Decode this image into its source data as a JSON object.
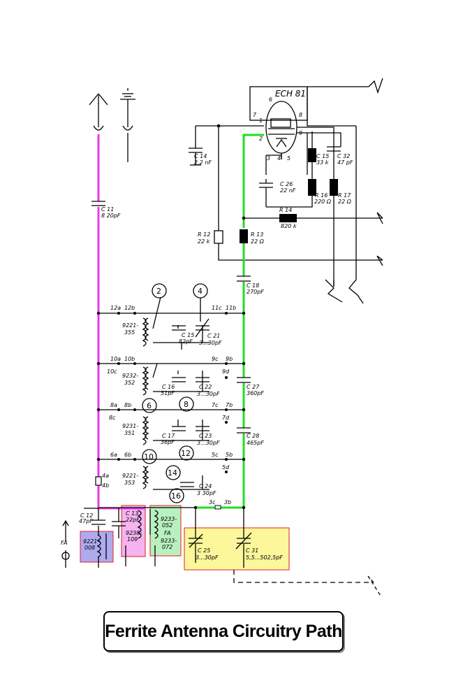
{
  "title": "Ferrite Antenna Circuitry Path",
  "tube": {
    "name": "ECH 81",
    "pins": [
      "6",
      "7",
      "1",
      "2",
      "8",
      "9",
      "3",
      "4",
      "5"
    ]
  },
  "components": {
    "c11": [
      "C 11",
      "8 20pF"
    ],
    "c14": [
      "C 14",
      "2,2 nF"
    ],
    "r12": [
      "R 12",
      "22 k"
    ],
    "r13": [
      "R 13",
      "22 Ω"
    ],
    "c18": [
      "C 18",
      "270pF"
    ],
    "c15a": [
      "C 15",
      "33 k"
    ],
    "c32": [
      "C 32",
      "47 pF"
    ],
    "c26": [
      "C 26",
      "22 nF"
    ],
    "r16": [
      "R 16",
      "220 Ω"
    ],
    "r17": [
      "R 17",
      "22 Ω"
    ],
    "r14": [
      "R 14",
      "820 k"
    ],
    "c15b": [
      "C 15",
      "82pF"
    ],
    "c21": [
      "C 21",
      "3...30pF"
    ],
    "c16": [
      "C 16",
      "51pF"
    ],
    "c22": [
      "C 22",
      "3...30pF"
    ],
    "c27": [
      "C 27",
      "360pF"
    ],
    "c17": [
      "C 17",
      "36pF"
    ],
    "c23": [
      "C 23",
      "3...30pF"
    ],
    "c28": [
      "C 28",
      "465pF"
    ],
    "c24": [
      "C 24",
      "3    30pF"
    ],
    "c12": [
      "C 12",
      "47pF"
    ],
    "c13": [
      "C 13",
      "22pF"
    ],
    "c25": [
      "C 25",
      "3...30pF"
    ],
    "c31": [
      "C 31",
      "5,5...502,5pF"
    ]
  },
  "coils": {
    "l1": [
      "9221-",
      "355"
    ],
    "l2": [
      "9232-",
      "352"
    ],
    "l3": [
      "9231-",
      "351"
    ],
    "l4": [
      "9221-",
      "353"
    ],
    "ant": [
      "9221-",
      "008"
    ],
    "pink": [
      "9238-",
      "109"
    ],
    "green_a": [
      "9233-",
      "052"
    ],
    "green_fa": "FA",
    "green_b": [
      "9233-",
      "072"
    ]
  },
  "switch_contacts": {
    "row1": [
      "12a",
      "12b",
      "11c",
      "11b"
    ],
    "row2": [
      "10a",
      "10b",
      "10c",
      "9c",
      "9b",
      "9d"
    ],
    "row3": [
      "8a",
      "8b",
      "8c",
      "7c",
      "7b",
      "7d"
    ],
    "row4": [
      "6a",
      "6b",
      "5c",
      "5b",
      "5d",
      "4a",
      "4b"
    ],
    "row5": [
      "3c",
      "3b"
    ]
  },
  "circled": [
    "2",
    "4",
    "6",
    "8",
    "10",
    "12",
    "14",
    "16"
  ],
  "fa_label": "FA",
  "colors": {
    "antenna_path": "#e63be6",
    "signal_path": "#22dd22",
    "box_blue": "#aeaaf0",
    "box_pink": "#f5b3ef",
    "box_green": "#b8f0c0",
    "box_yellow": "#fbf79a",
    "box_border": "#e02020"
  }
}
